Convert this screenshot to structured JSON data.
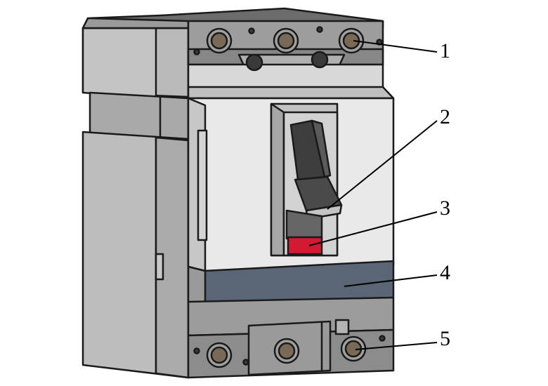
{
  "diagram": {
    "callouts": [
      {
        "label": "1"
      },
      {
        "label": "2"
      },
      {
        "label": "3"
      },
      {
        "label": "4"
      },
      {
        "label": "5"
      }
    ]
  },
  "colors": {
    "outline": "#1a1a1a",
    "body_light": "#c9c9c9",
    "body_mid": "#a8a8a8",
    "body_dark": "#8e8e8e",
    "face_panel": "#e8e8e8",
    "terminal_bronze": "#7a6a55",
    "handle_dark": "#3e3e3e",
    "trip_indicator_red": "#d21a32",
    "nameplate_slate": "#5a6575"
  }
}
